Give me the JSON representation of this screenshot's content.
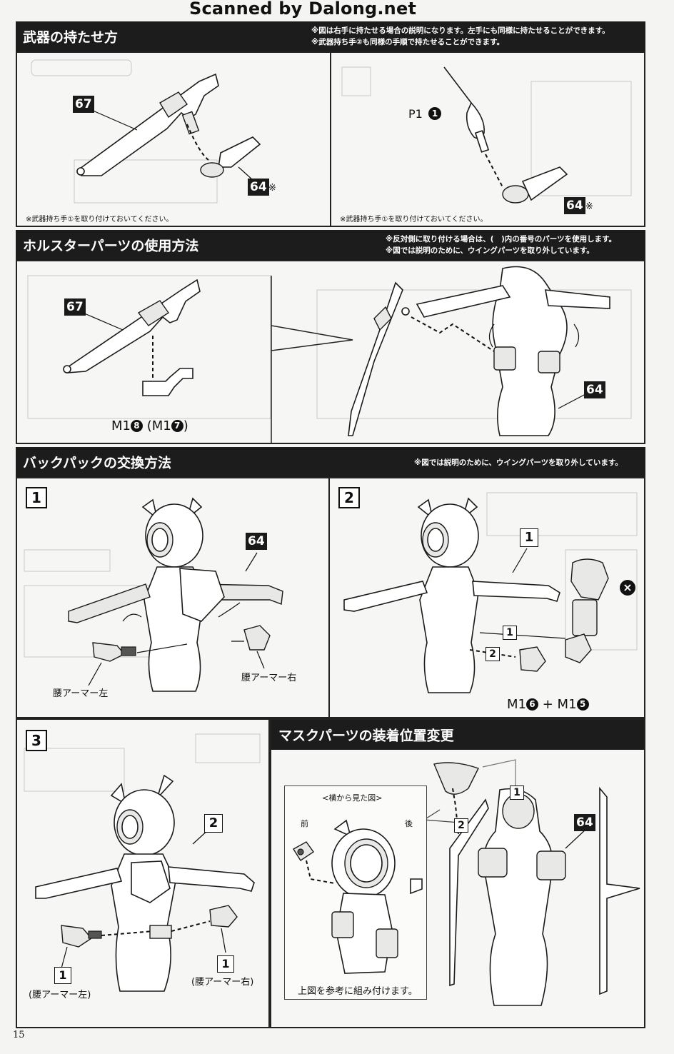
{
  "watermark": "Scanned by Dalong.net",
  "page_number": "15",
  "section1": {
    "title": "武器の持たせ方",
    "note_line1": "※図は右手に持たせる場合の説明になります。左手にも同様に持たせることができます。",
    "note_line2": "※武器持ち手②も同様の手順で持たせることができます。",
    "left": {
      "part_weapon": "67",
      "part_hand": "64",
      "hand_mark": "※",
      "caption": "※武器持ち手①を取り付けておいてください。"
    },
    "right": {
      "p_label": "P1",
      "p_num": "1",
      "part_hand": "64",
      "hand_mark": "※",
      "caption": "※武器持ち手①を取り付けておいてください。"
    }
  },
  "section2": {
    "title": "ホルスターパーツの使用方法",
    "note_line1": "※反対側に取り付ける場合は、(　)内の番号のパーツを使用します。",
    "note_line2": "※図では説明のために、ウイングパーツを取り外しています。",
    "part_weapon": "67",
    "part_body": "64",
    "m_label": "M1",
    "m_num": "8",
    "m_alt_label": "M1",
    "m_alt_num": "7",
    "paren_open": "(",
    "paren_close": ")"
  },
  "section3": {
    "title": "バックパックの交換方法",
    "note": "※図では説明のために、ウイングパーツを取り外しています。",
    "step1": {
      "num": "1",
      "part": "64",
      "waist_left": "腰アーマー左",
      "waist_right": "腰アーマー右"
    },
    "step2": {
      "num": "2",
      "callout1": "1",
      "sub1": "1",
      "sub2": "2",
      "m_a_label": "M1",
      "m_a_num": "6",
      "plus": "+",
      "m_b_label": "M1",
      "m_b_num": "5",
      "x_mark": "×"
    },
    "step3": {
      "num": "3",
      "callout2": "2",
      "left_num": "1",
      "left_label": "(腰アーマー左)",
      "right_num": "1",
      "right_label": "(腰アーマー右)"
    }
  },
  "section4": {
    "title": "マスクパーツの装着位置変更",
    "inset_title": "<横から見た図>",
    "front": "前",
    "back": "後",
    "inset_caption": "上図を参考に組み付けます。",
    "sub1": "1",
    "sub2": "2",
    "part": "64"
  }
}
